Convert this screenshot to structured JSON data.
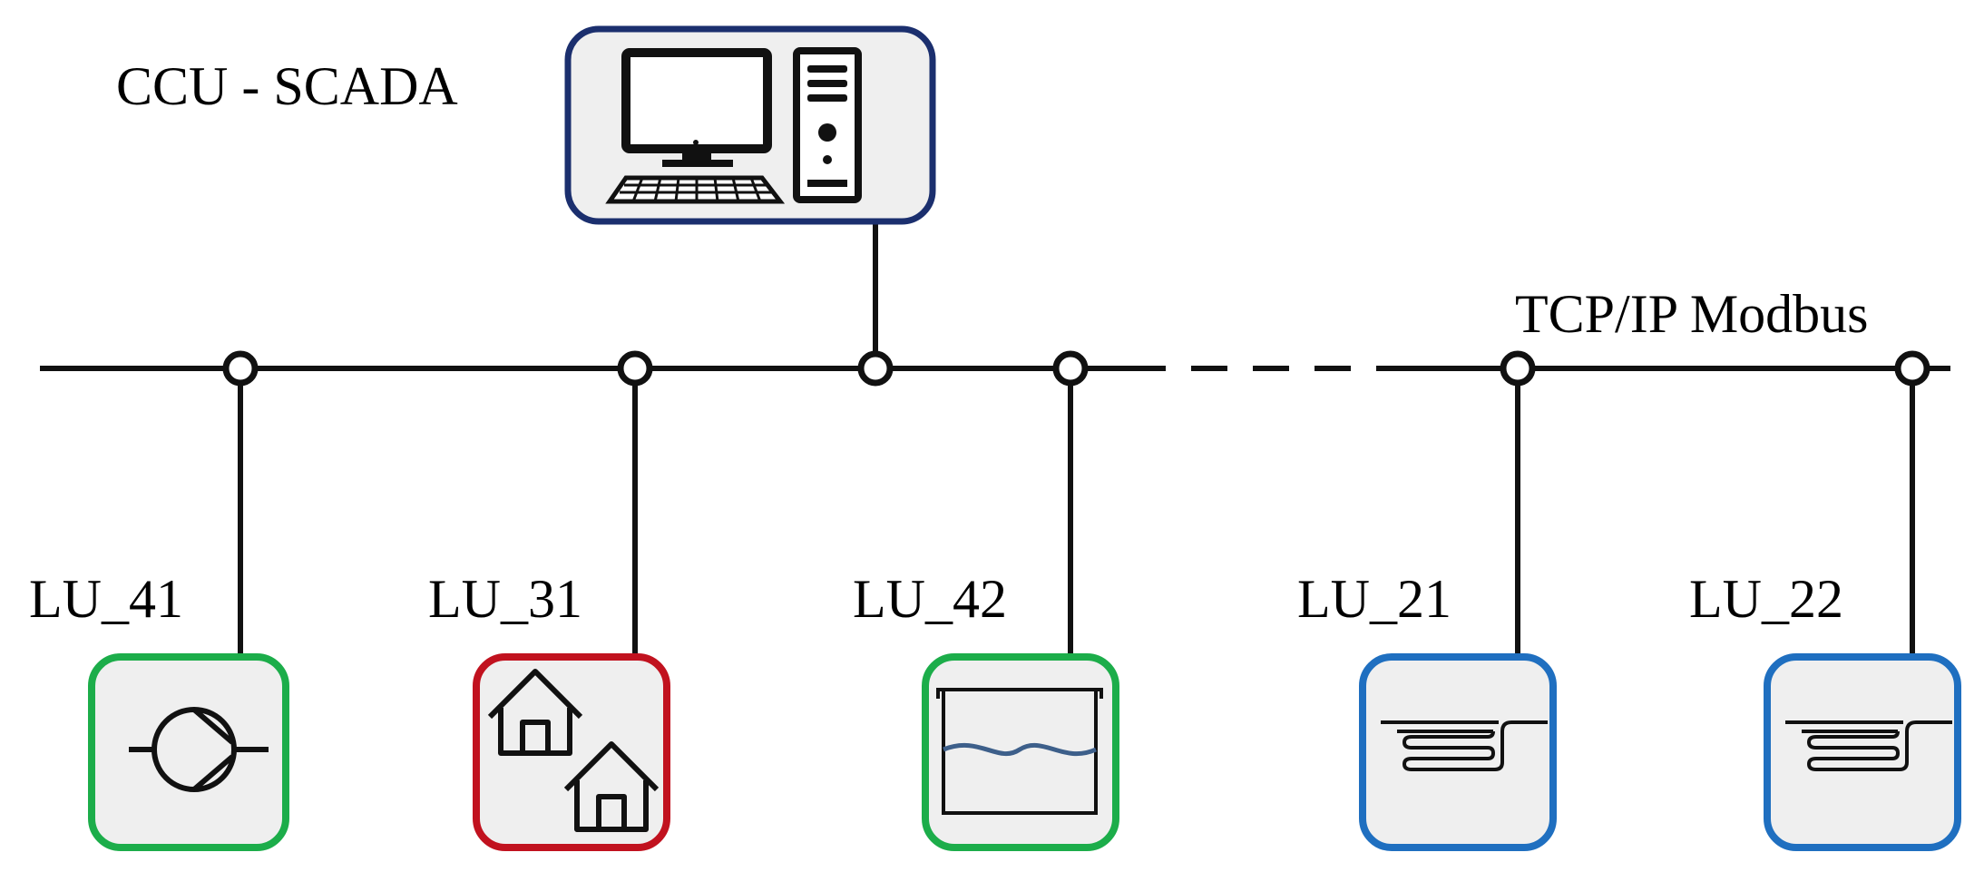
{
  "header": {
    "scada_label": "CCU - SCADA",
    "bus_label": "TCP/IP Modbus"
  },
  "units": [
    {
      "label": "LU_41",
      "icon": "pump-icon",
      "border": "#1cad4a"
    },
    {
      "label": "LU_31",
      "icon": "houses-icon",
      "border": "#c1121f"
    },
    {
      "label": "LU_42",
      "icon": "tank-icon",
      "border": "#1cad4a"
    },
    {
      "label": "LU_21",
      "icon": "heat-exchanger-icon",
      "border": "#1f6fc0"
    },
    {
      "label": "LU_22",
      "icon": "heat-exchanger-icon",
      "border": "#1f6fc0"
    }
  ],
  "colors": {
    "scada_border": "#1b2f6e",
    "node_fill": "#efefef",
    "line": "#111111"
  }
}
